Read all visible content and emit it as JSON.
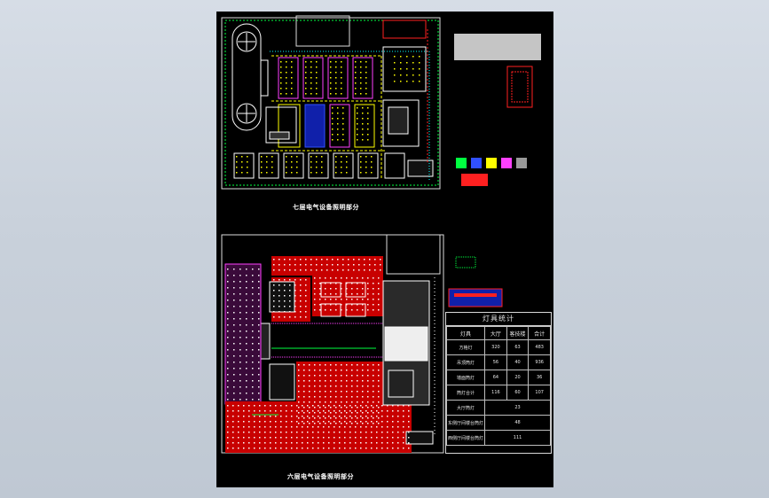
{
  "captions": {
    "top": "七层电气设备照明部分",
    "bottom": "六层电气设备照明部分"
  },
  "fixture_table": {
    "title": "灯具统计",
    "columns": [
      "灯具",
      "大厅",
      "客技楼",
      "合计"
    ],
    "rows": [
      {
        "label": "方格灯",
        "hall": "320",
        "guest": "63",
        "total": "483"
      },
      {
        "label": "吊顶筒灯",
        "hall": "56",
        "guest": "40",
        "total": "936"
      },
      {
        "label": "墙面筒灯",
        "hall": "64",
        "guest": "20",
        "total": "36"
      },
      {
        "label": "筒灯合计",
        "hall": "116",
        "guest": "60",
        "total": "107"
      },
      {
        "label": "大厅筒灯",
        "span": "23"
      },
      {
        "label": "东侧厅间楼台筒灯",
        "span": "48"
      },
      {
        "label": "西侧厅间楼台筒灯",
        "span": "111"
      }
    ]
  },
  "colors": {
    "background": "#000000",
    "frame": "#d8d8d8",
    "red": "#ff2020",
    "magenta": "#ff40ff",
    "yellow": "#ffff00",
    "green": "#00ff40",
    "blue": "#3050ff",
    "cyan": "#00ffff"
  }
}
